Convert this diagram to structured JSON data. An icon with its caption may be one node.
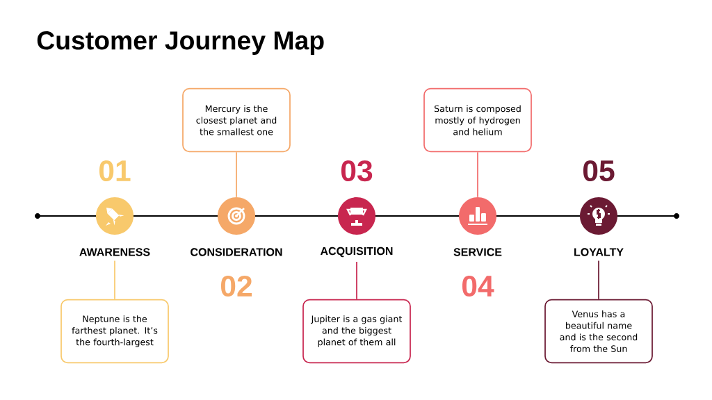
{
  "diagram": {
    "title": "Customer Journey Map",
    "nodes": [
      {
        "text": [],
        "shape": "circle"
      },
      {
        "text": [],
        "shape": "circle"
      },
      {
        "text": [],
        "shape": "circle"
      },
      {
        "text": [],
        "shape": "circle"
      },
      {
        "text": [],
        "shape": "circle"
      },
      {
        "text": [
          "AWARENESS"
        ]
      },
      {
        "text": [
          "CONSIDERATION"
        ]
      },
      {
        "text": [
          "ACQUISITION"
        ]
      },
      {
        "text": [
          "SERVICE"
        ]
      },
      {
        "text": [
          "LOYALTY"
        ]
      },
      {
        "text": [
          "Neptune is the farthest planet. It’s the fourth-largest"
        ]
      },
      {
        "text": [
          "Mercury is the closest planet and the smallest one"
        ]
      },
      {
        "text": [
          "Jupiter is a gas giant and the biggest planet of them all"
        ]
      },
      {
        "text": [
          "Saturn is composed mostly of hydrogen and helium"
        ]
      },
      {
        "text": [
          "Venus has a beautiful name and is the second from the Sun"
        ]
      }
    ],
    "edges": [
      {
        "from": 10,
        "to": 5,
        "arrow": "none",
        "color": "#f8c96c"
      },
      {
        "from": 11,
        "to": 1,
        "arrow": "none",
        "color": "#f5a868"
      },
      {
        "from": 12,
        "to": 7,
        "arrow": "none",
        "color": "#c8264f"
      },
      {
        "from": 13,
        "to": 3,
        "arrow": "none",
        "color": "#f26b6b"
      },
      {
        "from": 14,
        "to": 9,
        "arrow": "none",
        "color": "#6b1a33"
      }
    ],
    "labels": [
      "01",
      "02",
      "03",
      "04",
      "05"
    ]
  }
}
